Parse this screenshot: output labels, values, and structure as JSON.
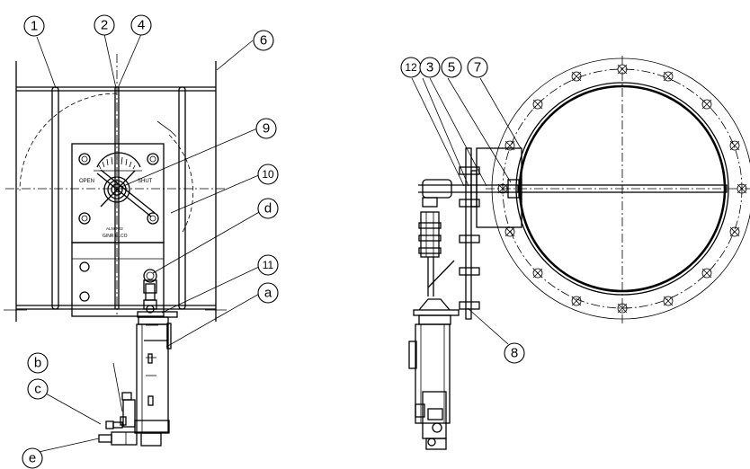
{
  "front_view": {
    "balloons": {
      "b1": "1",
      "b2": "2",
      "b4": "4",
      "b6": "6",
      "b9": "9",
      "b10": "10",
      "d": "d",
      "b11": "11",
      "a": "a",
      "b": "b",
      "c": "c",
      "e": "e"
    },
    "actuator": {
      "open_label": "OPEN",
      "shut_label": "SHUT",
      "model_text": "ALNO-02",
      "maker_text": "GINR ELCO"
    }
  },
  "side_view": {
    "balloons": {
      "b12": "12",
      "b3": "3",
      "b5": "5",
      "b7": "7",
      "b8": "8"
    }
  }
}
